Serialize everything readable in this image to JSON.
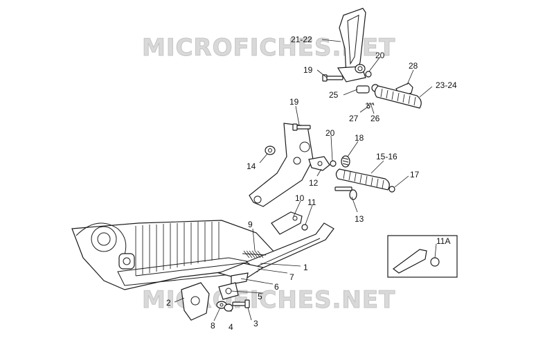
{
  "watermark": {
    "text": "MICROFICHES.NET"
  },
  "callouts": {
    "c1": "1",
    "c2": "2",
    "c3": "3",
    "c4": "4",
    "c5": "5",
    "c6": "6",
    "c7": "7",
    "c8": "8",
    "c9": "9",
    "c10": "10",
    "c11": "11",
    "c11a": "11A",
    "c12": "12",
    "c13": "13",
    "c14": "14",
    "c15_16": "15-16",
    "c17": "17",
    "c18": "18",
    "c19_top": "19",
    "c19_mid": "19",
    "c20_top": "20",
    "c20_mid": "20",
    "c21_22": "21-22",
    "c23_24": "23-24",
    "c25": "25",
    "c26": "26",
    "c27": "27",
    "c28": "28"
  }
}
